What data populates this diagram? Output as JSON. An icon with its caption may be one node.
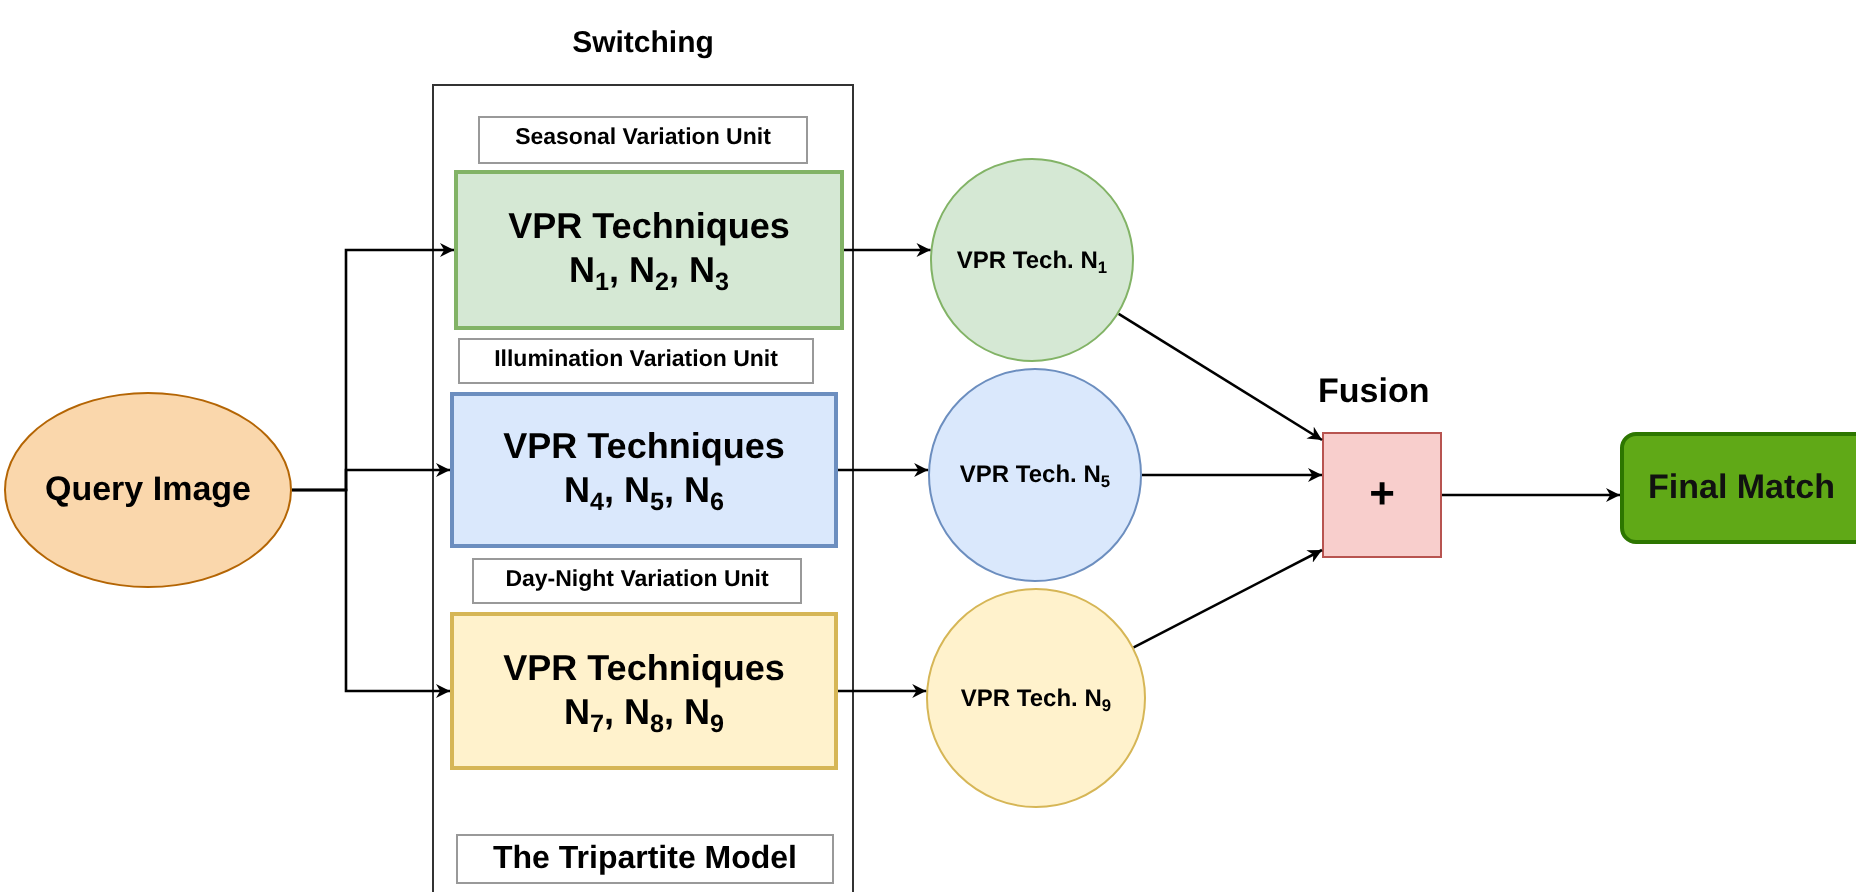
{
  "diagram": {
    "nodes": [
      {
        "text": [
          "Query Image"
        ]
      },
      {
        "text": [
          "Switching"
        ]
      },
      {
        "text": [
          "Seasonal Variation Unit"
        ],
        "in": 1
      },
      {
        "text": [
          "VPR Techniques",
          "N$_{1}$, N$_{2}$, N$_{3}$"
        ],
        "in": 1
      },
      {
        "text": [
          "Illumination Variation Unit"
        ],
        "in": 1
      },
      {
        "text": [
          "VPR Techniques",
          "N$_{4}$, N$_{5}$, N$_{6}$"
        ],
        "in": 1
      },
      {
        "text": [
          "Day-Night Variation Unit"
        ],
        "in": 1
      },
      {
        "text": [
          "VPR Techniques",
          "N$_{7}$, N$_{8}$, N$_{9}$"
        ],
        "in": 1
      },
      {
        "text": [
          "The Tripartite Model"
        ],
        "in": 1
      },
      {
        "text": [
          "VPR Tech. N$_{1}$"
        ]
      },
      {
        "text": [
          "VPR Tech. N$_{5}$"
        ]
      },
      {
        "text": [
          "VPR Tech. N$_{9}$"
        ]
      },
      {
        "text": [
          "+"
        ],
        "beside": [
          "Fusion"
        ]
      },
      {
        "text": [
          "Final Match"
        ]
      }
    ],
    "edges": [
      {
        "from": 0,
        "to": 3,
        "arrow": "to"
      },
      {
        "from": 0,
        "to": 5,
        "arrow": "to"
      },
      {
        "from": 0,
        "to": 7,
        "arrow": "to"
      },
      {
        "from": 3,
        "to": 9,
        "arrow": "to"
      },
      {
        "from": 5,
        "to": 10,
        "arrow": "to"
      },
      {
        "from": 7,
        "to": 11,
        "arrow": "to"
      },
      {
        "from": 9,
        "to": 12,
        "arrow": "to"
      },
      {
        "from": 10,
        "to": 12,
        "arrow": "to"
      },
      {
        "from": 11,
        "to": 12,
        "arrow": "to"
      },
      {
        "from": 12,
        "to": 13,
        "arrow": "to"
      }
    ]
  }
}
